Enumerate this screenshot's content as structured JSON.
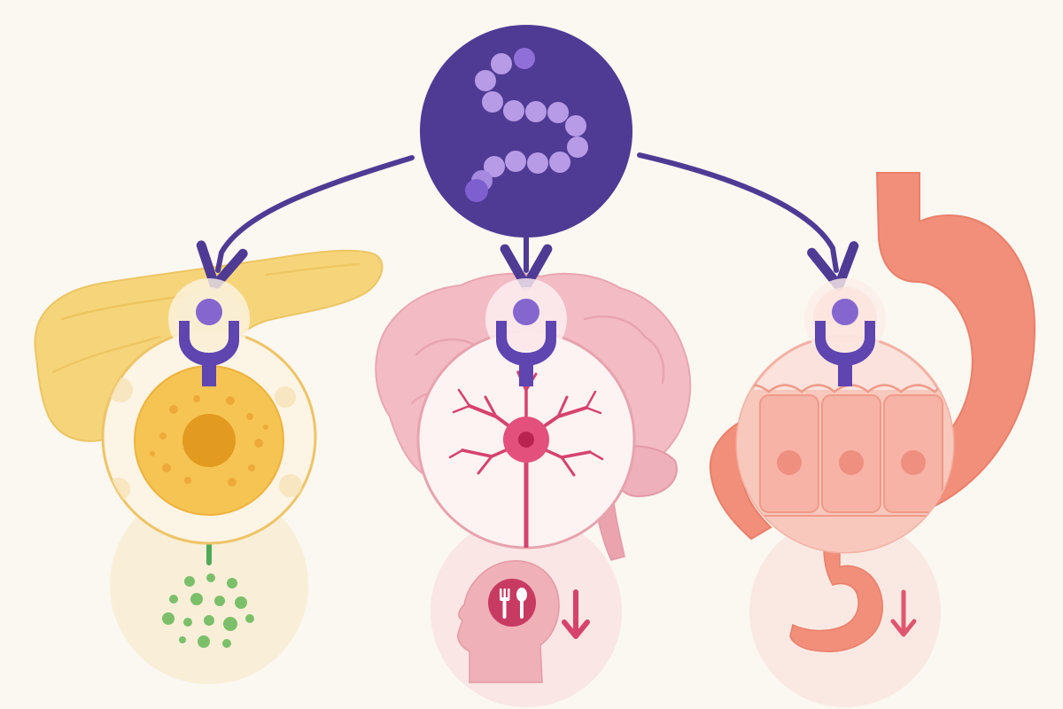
{
  "colors": {
    "background": "#fbf7f1",
    "hub": "#4f3b94",
    "hub_bead": "#a98be0",
    "hub_bead_dark": "#7d5fcf",
    "arrow": "#4f3b94",
    "receptor": "#5f45b0",
    "receptor_head": "#8566cf",
    "pancreas": "#f6d57a",
    "pancreas_line": "#e9bd55",
    "beta_cell": "#f2b53c",
    "beta_nucleus": "#e39a20",
    "insulin_green": "#7cbf6a",
    "up_arrow": "#4faa55",
    "brain": "#f3bcc5",
    "brain_line": "#e29aa7",
    "neuron": "#d6436d",
    "appetite_badge": "#c73b62",
    "down_arrow": "#d6436d",
    "stomach": "#f28f7a",
    "stomach_line": "#e07563",
    "gut_cells": "#f6b4a6",
    "gut_nucleus": "#ee8f80"
  },
  "diagram": {
    "hub": {
      "icon": "peptide-chain-icon"
    },
    "branches": [
      {
        "id": "pancreas",
        "organ_icon": "pancreas-icon",
        "detail_icon": "beta-cell-icon",
        "effect_icon": "insulin-granules-icon",
        "effect_direction": "up"
      },
      {
        "id": "brain",
        "organ_icon": "brain-icon",
        "detail_icon": "neuron-icon",
        "effect_icon": "appetite-head-icon",
        "effect_direction": "down"
      },
      {
        "id": "stomach",
        "organ_icon": "stomach-icon",
        "detail_icon": "gut-epithelium-icon",
        "effect_icon": "small-stomach-icon",
        "effect_direction": "down"
      }
    ]
  }
}
